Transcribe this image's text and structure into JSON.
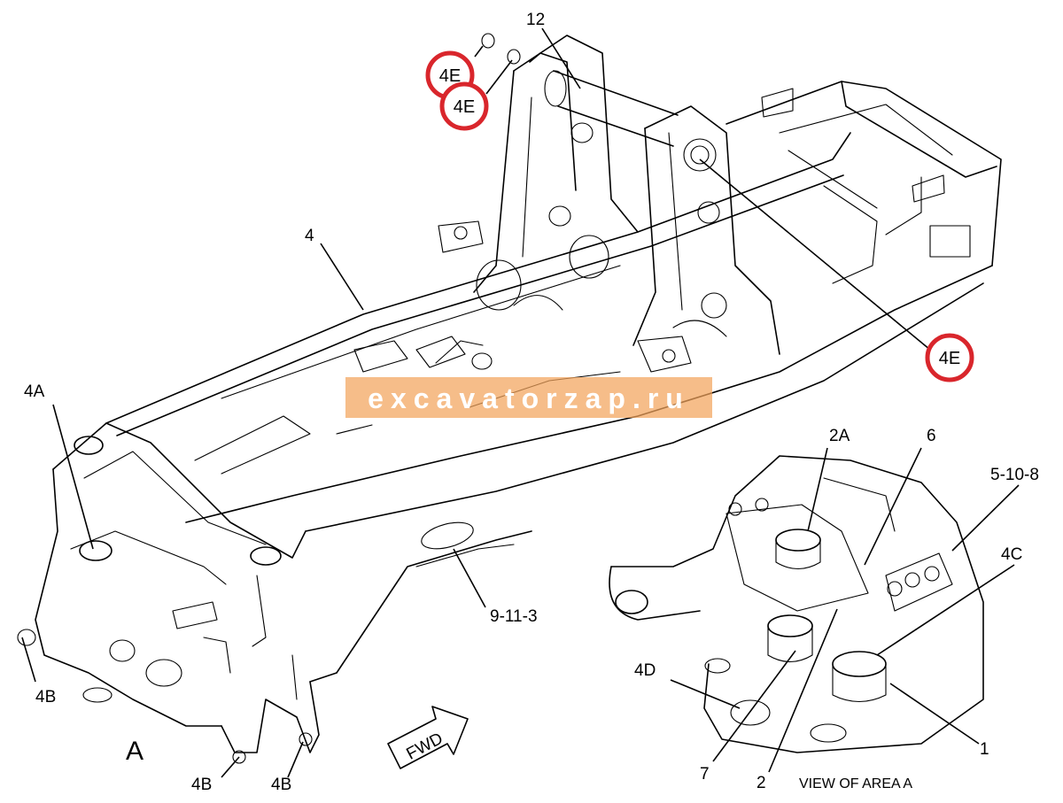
{
  "labels": {
    "l12": "12",
    "l4": "4",
    "l4A": "4A",
    "l4B_left": "4B",
    "l4B_bottom1": "4B",
    "l4B_bottom2": "4B",
    "lA": "A",
    "l9_11_3": "9-11-3",
    "l2A": "2A",
    "l6": "6",
    "l5_10_8": "5-10-8",
    "l4C": "4C",
    "l4D": "4D",
    "l7": "7",
    "l2": "2",
    "l1": "1",
    "view_caption": "VIEW OF AREA A",
    "fwd": "FWD"
  },
  "markers": {
    "m1": "4E",
    "m2": "4E",
    "m3": "4E"
  },
  "watermark": "excavatorzap.ru",
  "colors": {
    "marker_ring": "#d9262c",
    "watermark_fill": "#f3a35c",
    "line": "#000000"
  }
}
